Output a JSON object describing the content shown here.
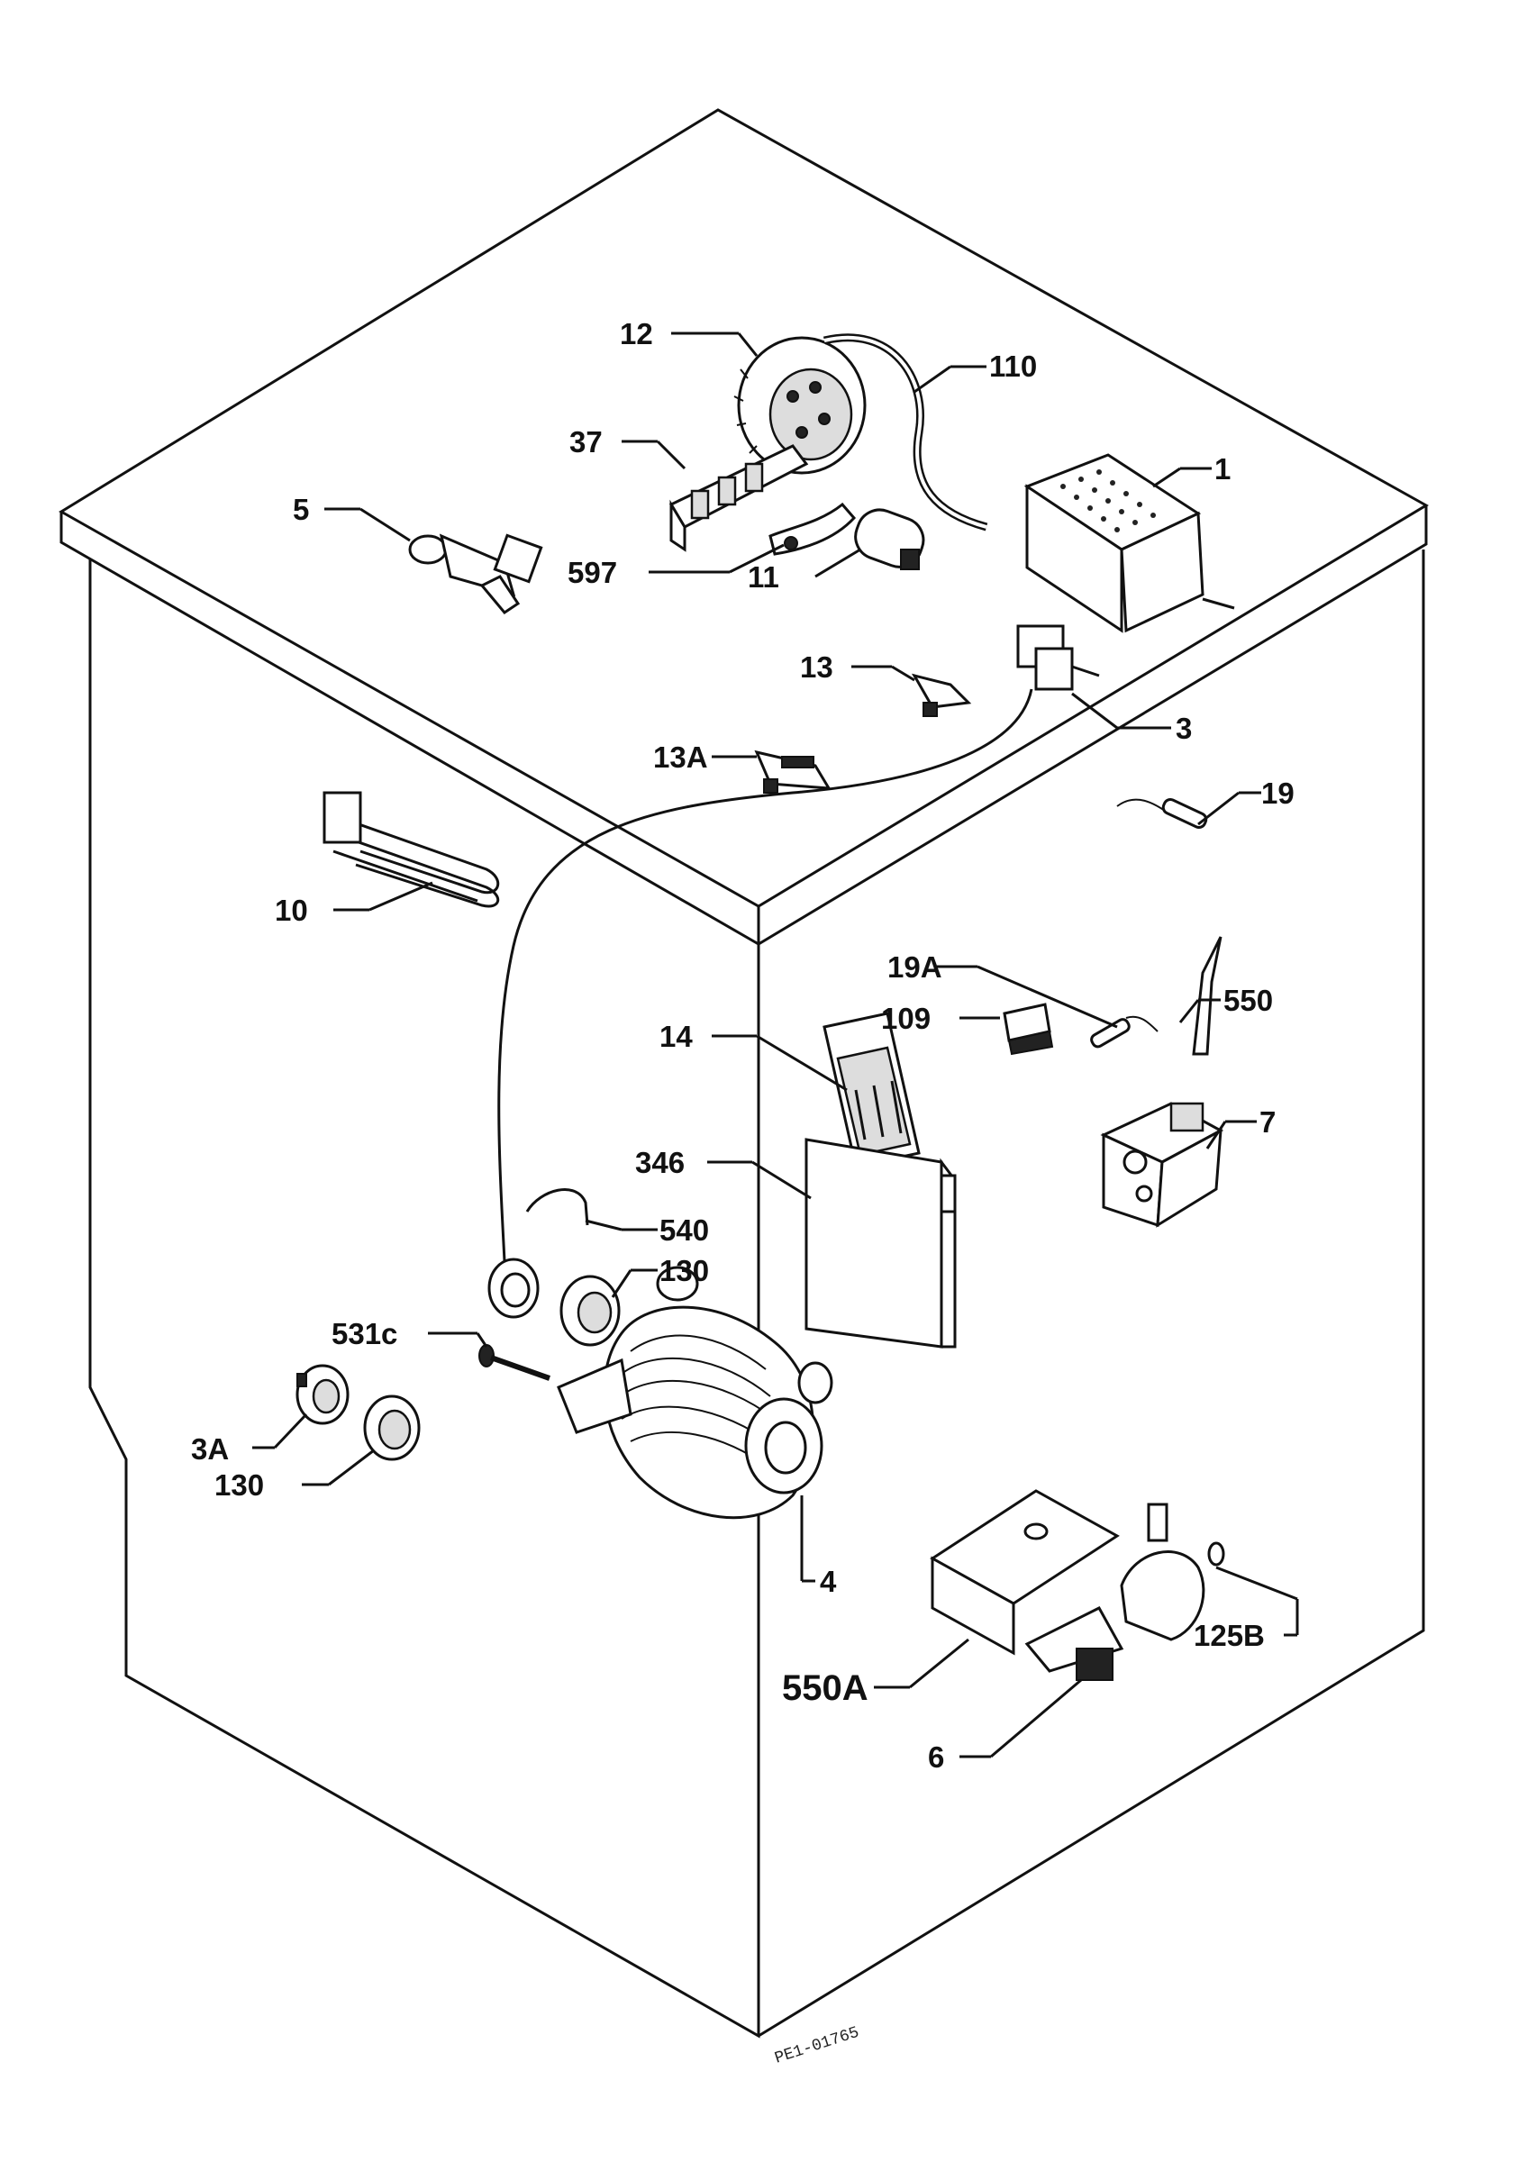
{
  "labels": {
    "l12": "12",
    "l110": "110",
    "l37": "37",
    "l1": "1",
    "l5": "5",
    "l597": "597",
    "l11": "11",
    "l13": "13",
    "l3": "3",
    "l13A": "13A",
    "l19": "19",
    "l10": "10",
    "l19A": "19A",
    "l550": "550",
    "l109": "109",
    "l14": "14",
    "l7": "7",
    "l346": "346",
    "l540": "540",
    "l130a": "130",
    "l531c": "531c",
    "l3A": "3A",
    "l130b": "130",
    "l4": "4",
    "l125B": "125B",
    "l550A": "550A",
    "l6": "6"
  },
  "drawing_code": "PE1-01765"
}
